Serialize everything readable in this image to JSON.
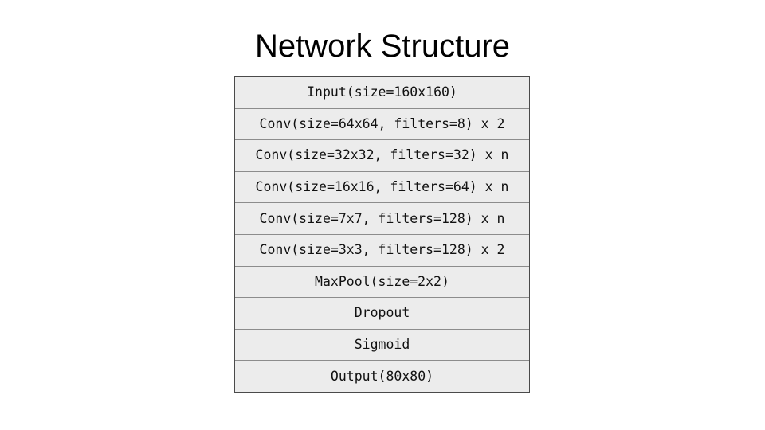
{
  "slide": {
    "title": "Network Structure",
    "background_color": "#ffffff",
    "title_color": "#000000"
  },
  "diagram": {
    "name": "network-structure-stack",
    "row_fill_color": "#ececec",
    "outer_border_color": "#4a4a4a",
    "row_separator_color": "#8c8c8c",
    "row_count": 11,
    "layers": [
      {
        "label": "Input(size=160x160)"
      },
      {
        "label": "Conv(size=64x64, filters=8) x 2"
      },
      {
        "label": "Conv(size=32x32, filters=32) x n"
      },
      {
        "label": "Conv(size=16x16, filters=64) x n"
      },
      {
        "label": "Conv(size=7x7, filters=128) x n"
      },
      {
        "label": "Conv(size=3x3, filters=128) x 2"
      },
      {
        "label": "MaxPool(size=2x2)"
      },
      {
        "label": "Dropout"
      },
      {
        "label": "Sigmoid"
      },
      {
        "label": "Output(80x80)"
      }
    ]
  }
}
